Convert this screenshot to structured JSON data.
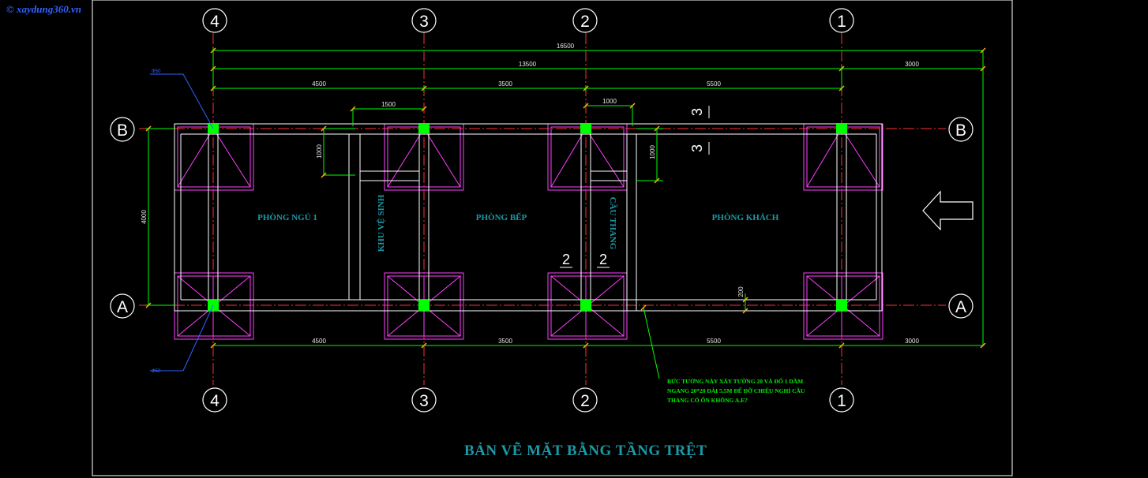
{
  "watermark": "xaydung360.vn",
  "title": "BẢN VẼ MẶT BẰNG TẦNG TRỆT",
  "axes": {
    "top": [
      "4",
      "3",
      "2",
      "1"
    ],
    "bottom": [
      "4",
      "3",
      "2",
      "1"
    ],
    "rows_left": [
      "B",
      "A"
    ],
    "rows_right": [
      "B",
      "A"
    ]
  },
  "dimensions": {
    "overall": "16500",
    "main": "13500",
    "extension": "3000",
    "spans": [
      "4500",
      "3500",
      "5500"
    ],
    "bottom_spans": [
      "4500",
      "3500",
      "5500"
    ],
    "bottom_extension": "3000",
    "depth": "4000",
    "top_small_1": "1500",
    "top_small_2": "1000",
    "vertical_small_1": "1000",
    "vertical_small_2": "1000",
    "right_small": "200"
  },
  "rooms": {
    "bedroom": "PHÒNG NGỦ 1",
    "wc": "KHU VỆ SINH",
    "kitchen": "PHÒNG BẾP",
    "stairs": "CẦU THANG",
    "living": "PHÒNG KHÁCH"
  },
  "section_marks": {
    "s3a": "3",
    "s3b": "3",
    "s2a": "2",
    "s2b": "2"
  },
  "callouts": {
    "top_left": "Φ50",
    "bottom_left": "Φ50"
  },
  "note": "BỨC TƯỜNG NÀY XÂY TƯỜNG 20 VÀ ĐỔ 1 DẦM NGANG 20*20 DÀI 5.5M ĐỂ ĐỠ CHIẾU NGHỈ CẦU THANG CÓ ỔN KHÔNG A.E?",
  "colors": {
    "background": "#000000",
    "wall": "#ffffff",
    "grid": "#ff3030",
    "foundation": "#ff40ff",
    "column": "#00ff00",
    "dimension": "#00ff00",
    "text_room": "#1a9aa8",
    "callout": "#2f63ff"
  }
}
